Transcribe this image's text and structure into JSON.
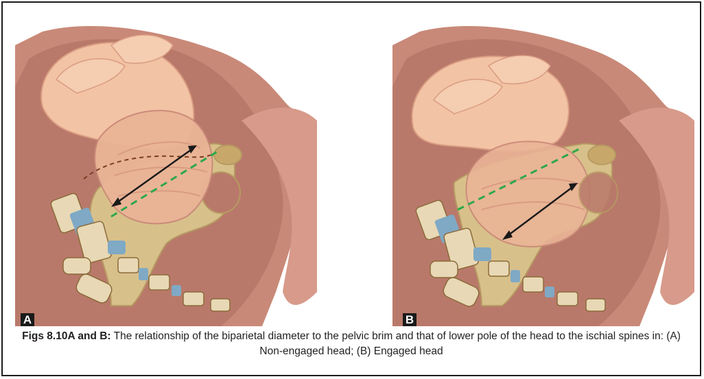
{
  "figure": {
    "panel_a_letter": "A",
    "panel_b_letter": "B",
    "caption_label": "Figs 8.10A and B:",
    "caption_text": " The relationship of the biparietal diameter to the pelvic brim and that of lower pole of the head to the ischial spines in: (A) Non-engaged head; (B) Engaged head"
  },
  "colors": {
    "skin": "#f2c3a4",
    "skin_shadow": "#d99c82",
    "uterus": "#b9796a",
    "uterus_light": "#d89a8a",
    "abdomen_back": "#c98978",
    "pelvis": "#d8c08a",
    "pelvis_dark": "#b69a63",
    "bone": "#e8d8b5",
    "bone_spot": "#8a6a3a",
    "disc": "#7fa9c5",
    "green_dash": "#2ca84a",
    "arrow": "#1a1a1a",
    "brown_dash": "#7a3d22"
  },
  "icons": {
    "arrow": "double-headed-arrow",
    "line": "green-dashed-line"
  }
}
